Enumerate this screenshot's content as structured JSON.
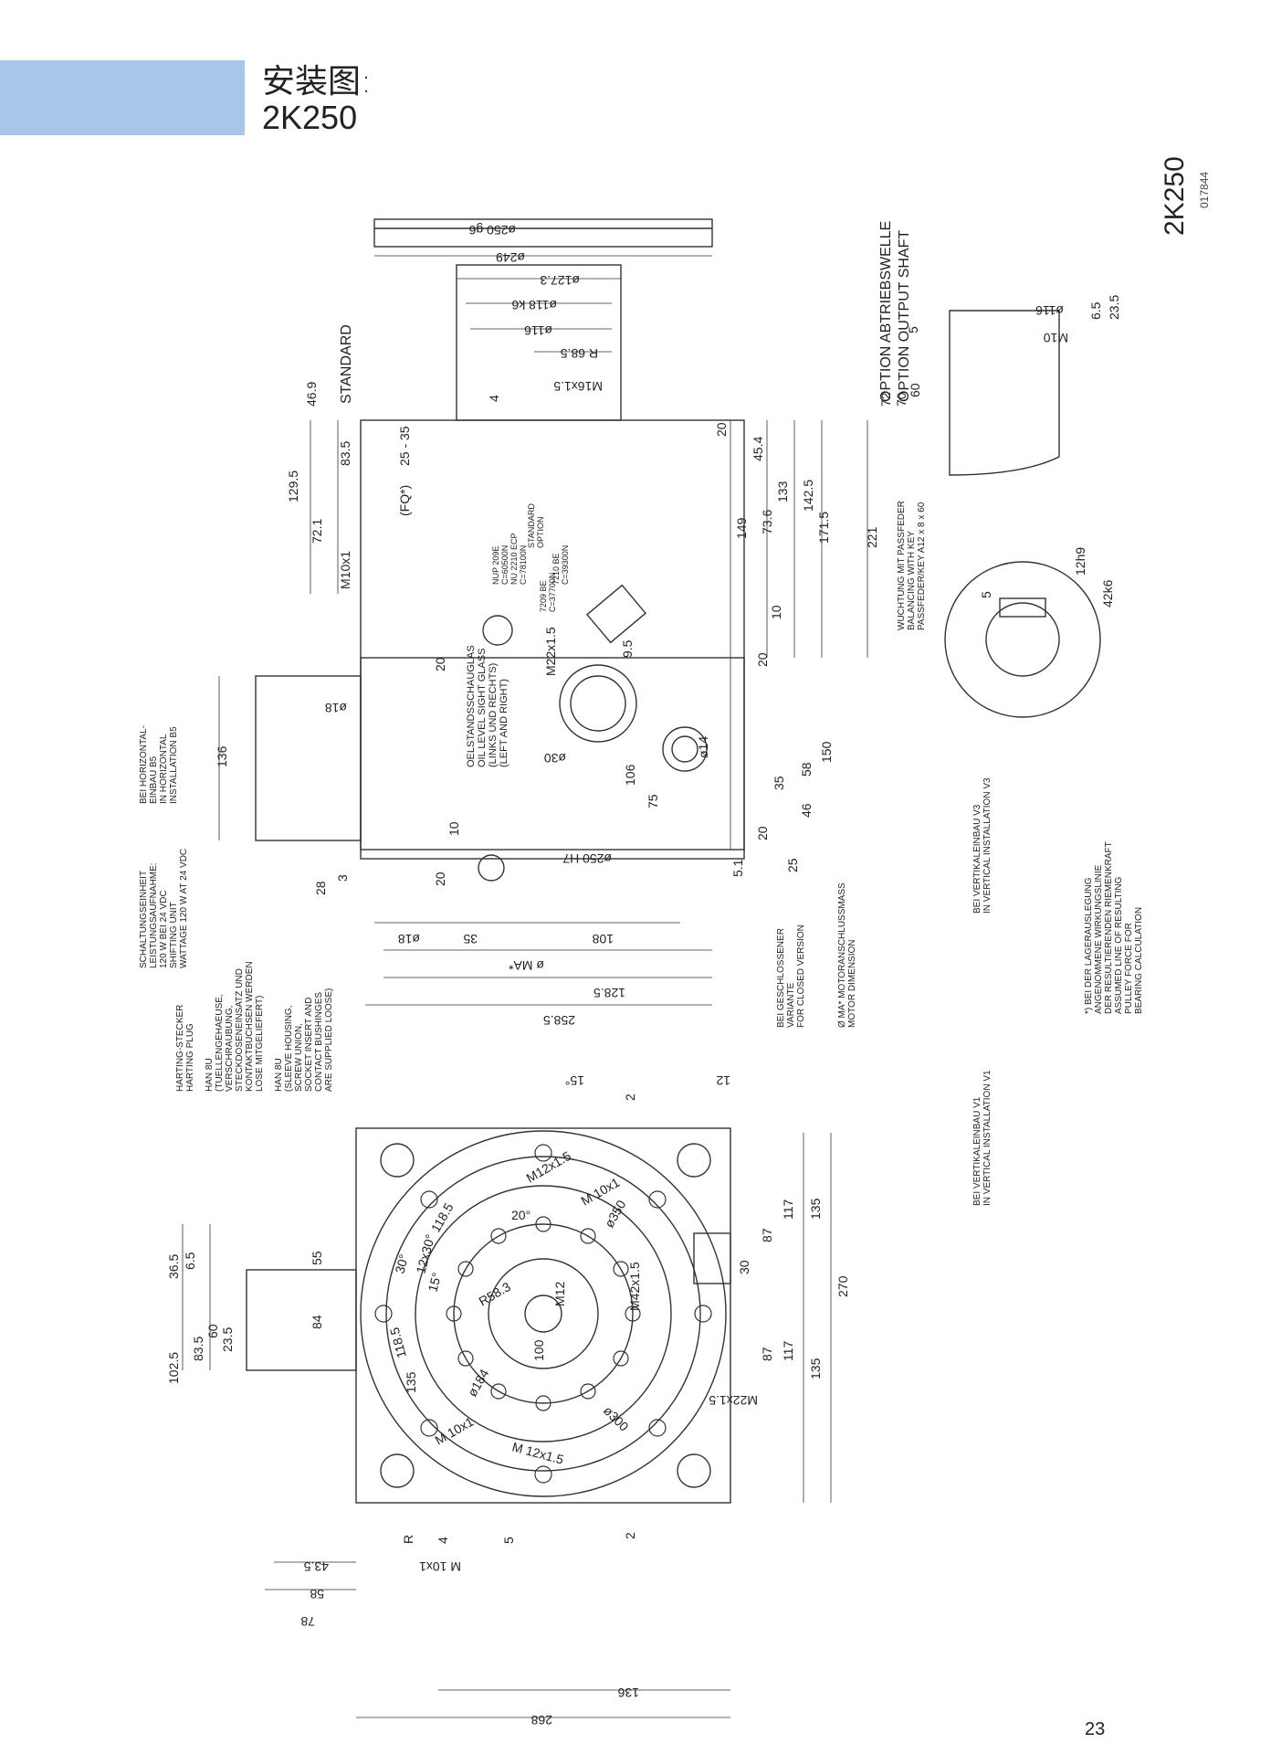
{
  "header": {
    "title_cn": "安装图:",
    "model": "2K250"
  },
  "side_label": {
    "model": "2K250",
    "code": "017844"
  },
  "page_number": "23",
  "drawing": {
    "top_dims": [
      "ø250 g6",
      "ø249",
      "ø127.3",
      "ø118 k6",
      "ø116",
      "R 68.5",
      "M16x1.5",
      "4"
    ],
    "left_dims": [
      "46.9",
      "STANDARD",
      "129.5",
      "83.5",
      "25 - 35",
      "(FQ*)",
      "72.1",
      "M10x1"
    ],
    "right_dims": [
      "20",
      "45.4",
      "149",
      "73.6",
      "133",
      "142.5",
      "171.5",
      "221",
      "10",
      "20",
      "150",
      "58",
      "35",
      "46",
      "20",
      "25",
      "5.1",
      "ø14"
    ],
    "bearing_labels": [
      "NU 2210 ECP",
      "C=78100N",
      "7210 BE",
      "C=39300N",
      "STANDARD",
      "OPTION",
      "NUP 209E",
      "C=60500N",
      "7209 BE",
      "C=37700N"
    ],
    "body_dims": [
      "M22x1.5",
      "9.5",
      "20",
      "ø18",
      "136",
      "ø30",
      "106",
      "75",
      "10",
      "ø250 H7",
      "20",
      "28",
      "3",
      "ø18",
      "35",
      "108",
      "ø MA*",
      "128.5",
      "258.5"
    ],
    "oil_glass": [
      "OELSTANDSSCHAUGLAS",
      "OIL LEVEL SIGHT GLASS",
      "(LINKS UND RECHTS)",
      "(LEFT AND RIGHT)"
    ],
    "horizontal_install": [
      "BEI HORIZONTAL-",
      "EINBAU B5",
      "IN HORIZONTAL",
      "INSTALLATION B5"
    ],
    "shifting_unit": [
      "SCHALTUNGSEINHEIT",
      "LEISTUNGSAUFNAHME:",
      "120 W BEI 24 VDC",
      "SHIFTING UNIT",
      "WATTAGE 120 W AT 24 VDC"
    ],
    "harting": [
      "HARTING-STECKER",
      "HARTING PLUG",
      "HAN 8U",
      "(TUELLENGEHAEUSE,",
      "VERSCHRAUBUNG,",
      "STECKDOSENEINSATZ UND",
      "KONTAKTBUCHSEN WERDEN",
      "LOSE MITGELIEFERT)",
      "HAN 8U",
      "(SLEEVE HOUSING,",
      "SCREW UNION,",
      "SOCKET INSERT AND",
      "CONTACT BUSHINGES",
      "ARE SUPPLIED LOOSE)"
    ],
    "closed_version": [
      "BEI GESCHLOSSENER",
      "VARIANTE",
      "FOR CLOSED VERSION"
    ],
    "motor_dimension": [
      "Ø MA* MOTORANSCHLUSSMASS",
      "MOTOR DIMENSION"
    ],
    "option_shaft": [
      "OPTION ABTRIEBSWELLE",
      "OPTION OUTPUT SHAFT"
    ],
    "shaft_dims": [
      "ø116",
      "M10",
      "5",
      "6.5",
      "23.5",
      "72",
      "70",
      "60",
      "12h9",
      "42k6",
      "5"
    ],
    "balancing": [
      "WUCHTUNG MIT PASSFEDER",
      "BALANCING WITH KEY",
      "PASSFEDER/KEY A12 x 8 x 60"
    ],
    "vertical_v3": [
      "BEI VERTIKALEINBAU V3",
      "IN VERTICAL INSTALLATION V3"
    ],
    "vertical_v1": [
      "BEI VERTIKALEINBAU V1",
      "IN VERTICAL INSTALLATION V1"
    ],
    "bearing_note": [
      "*) BEI DER LAGERAUSLEGUNG",
      "ANGENOMMENE WIRKUNGSLINIE",
      "DER RESULTIERENDEN RIEMENKRAFT",
      "ASSUMED LINE OF RESULTING",
      "PULLEY FORCE FOR",
      "BEARING CALCULATION"
    ],
    "front_dims": [
      "15°",
      "12",
      "2",
      "M12x1.5",
      "M 10x1",
      "20°",
      "ø350",
      "118.5",
      "30°",
      "12x30°",
      "15°",
      "M42x1.5",
      "M12",
      "R58.3",
      "100",
      "118.5",
      "ø184",
      "ø300",
      "135",
      "M 10x1",
      "M 12x1.5",
      "M22x1.5",
      "117",
      "135",
      "87",
      "30",
      "87",
      "117",
      "135",
      "270",
      "2",
      "5",
      "4",
      "R",
      "M 10x1",
      "136",
      "268"
    ],
    "left_front_dims": [
      "36.5",
      "6.5",
      "102.5",
      "83.5",
      "60",
      "23.5",
      "55",
      "84",
      "43.5",
      "58",
      "78"
    ]
  }
}
